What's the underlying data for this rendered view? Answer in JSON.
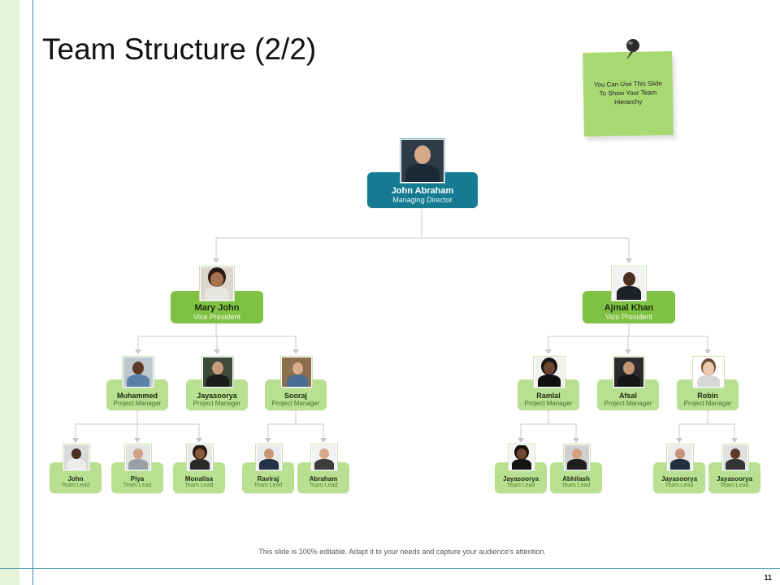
{
  "title": "Team Structure (2/2)",
  "note": {
    "text": "You Can Use This Slide To Show Your Team Hierarchy",
    "icon": "pushpin-icon"
  },
  "footer": "This slide is 100% editable. Adapt it to your needs and capture your audience's attention.",
  "page_number": "11",
  "colors": {
    "accent_teal": "#147b91",
    "green_dark": "#7fc143",
    "green_light": "#b9e090",
    "sidebar": "#e6f3d8"
  },
  "org": {
    "md": {
      "name": "John Abraham",
      "role": "Managing Director"
    },
    "vp": [
      {
        "name": "Mary John",
        "role": "Vice President"
      },
      {
        "name": "Ajmal Khan",
        "role": "Vice President"
      }
    ],
    "pm": [
      {
        "name": "Muhammed",
        "role": "Project Manager"
      },
      {
        "name": "Jayasoorya",
        "role": "Project Manager"
      },
      {
        "name": "Sooraj",
        "role": "Project Manager"
      },
      {
        "name": "Ramlal",
        "role": "Project Manager"
      },
      {
        "name": "Afsal",
        "role": "Project Manager"
      },
      {
        "name": "Robin",
        "role": "Project Manager"
      }
    ],
    "tl": [
      {
        "name": "John",
        "role": "Team Lead"
      },
      {
        "name": "Piya",
        "role": "Team Lead"
      },
      {
        "name": "Monalisa",
        "role": "Team Lead"
      },
      {
        "name": "Raviraj",
        "role": "Team Lead"
      },
      {
        "name": "Abraham",
        "role": "Team Lead"
      },
      {
        "name": "Jayasoorya",
        "role": "Team Lead"
      },
      {
        "name": "Abhilash",
        "role": "Team Lead"
      },
      {
        "name": "Jayasoorya",
        "role": "Team Lead"
      },
      {
        "name": "Jayasoorya",
        "role": "Team Lead"
      }
    ]
  }
}
